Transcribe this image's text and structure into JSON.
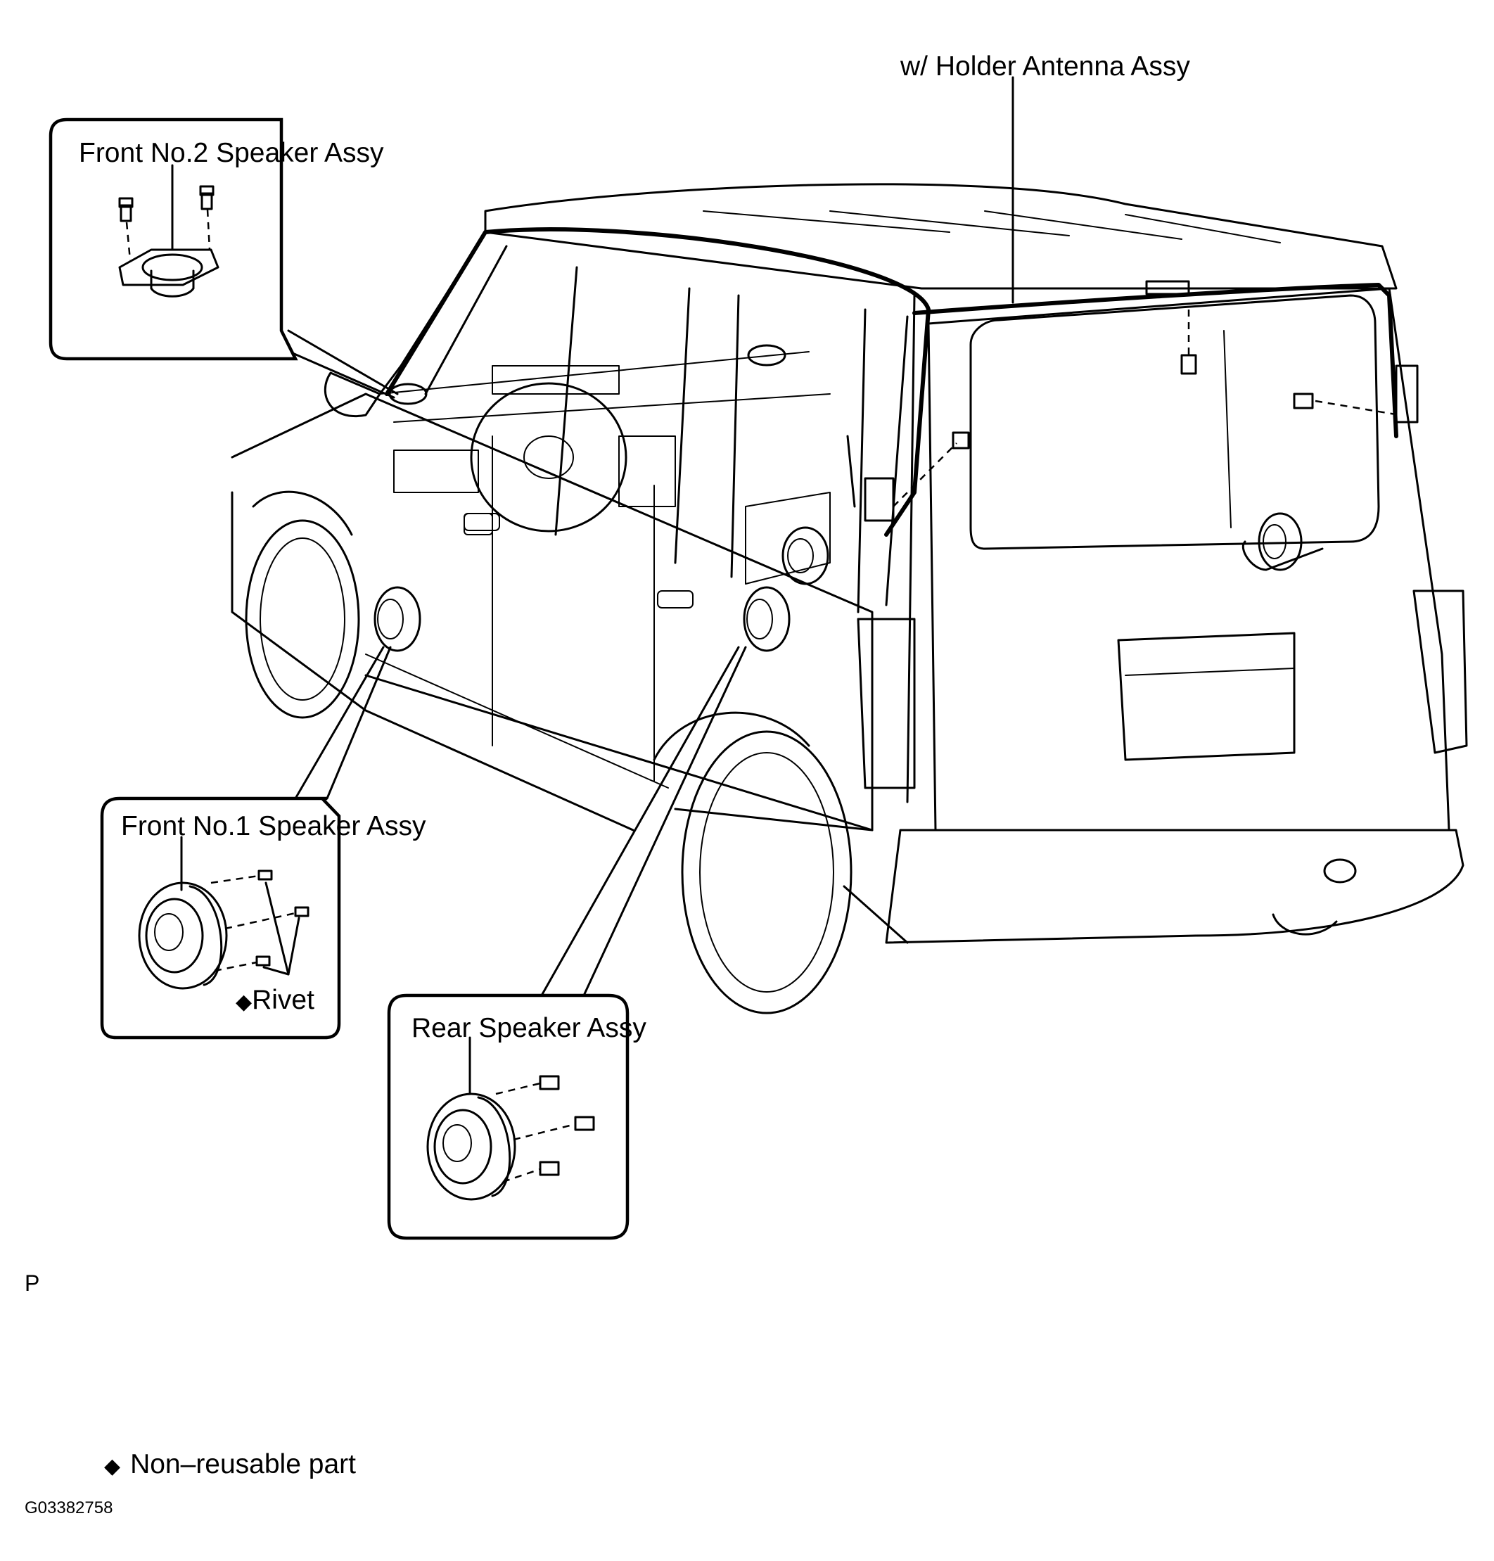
{
  "labels": {
    "antenna": "w/ Holder Antenna Assy",
    "front_no2": "Front No.2 Speaker Assy",
    "front_no1": "Front No.1 Speaker Assy",
    "rivet": "Rivet",
    "rear_speaker": "Rear Speaker Assy",
    "p_mark": "P",
    "legend_text": "Non–reusable part",
    "figure_code": "G03382758"
  },
  "symbols": {
    "non_reusable": "◆"
  },
  "icons": [
    "speaker-icon",
    "bolt-icon",
    "rivet-icon",
    "vehicle-outline",
    "antenna-cable"
  ]
}
